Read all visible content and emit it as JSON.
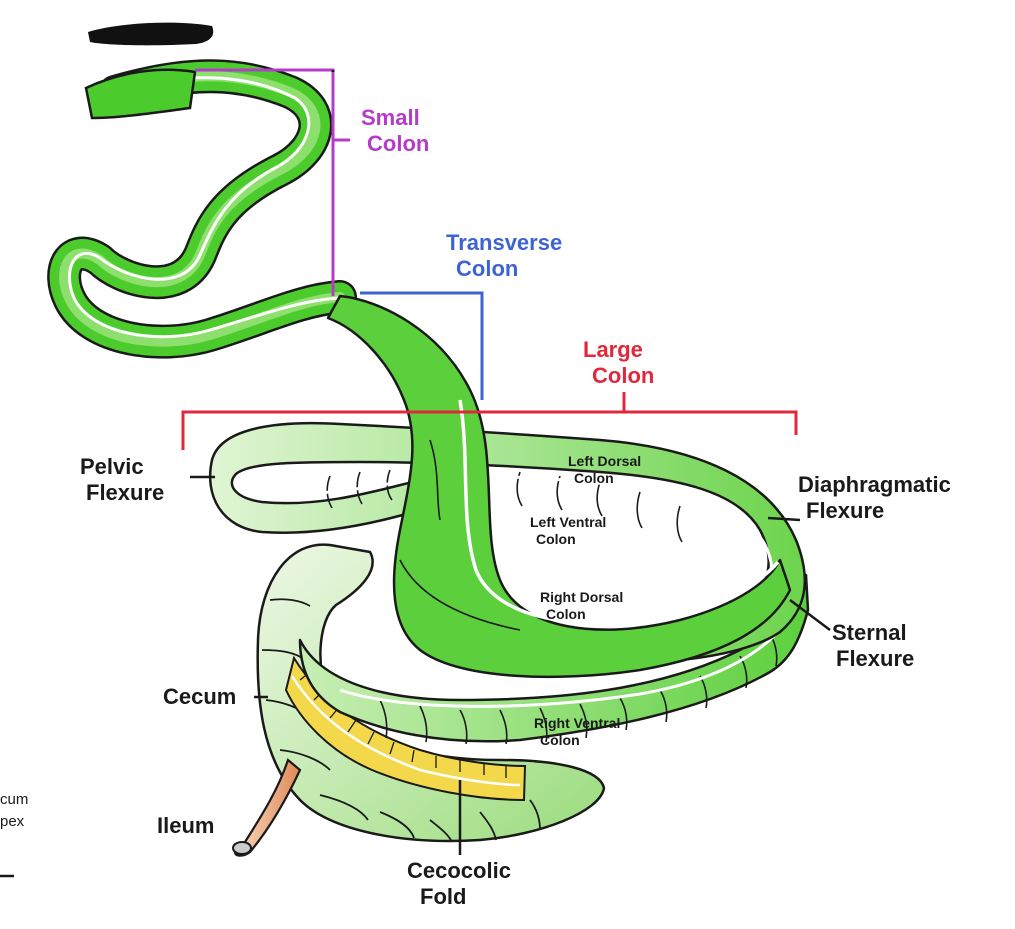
{
  "labels": {
    "small_colon": [
      "Small",
      "Colon"
    ],
    "transverse_colon": [
      "Transverse",
      "Colon"
    ],
    "large_colon": [
      "Large",
      "Colon"
    ],
    "pelvic_flexure": [
      "Pelvic",
      "Flexure"
    ],
    "diaphragmatic_flexure": [
      "Diaphragmatic",
      "Flexure"
    ],
    "sternal_flexure": [
      "Sternal",
      "Flexure"
    ],
    "cecum": "Cecum",
    "ileum": "Ileum",
    "cecocolic_fold": [
      "Cecocolic",
      "Fold"
    ],
    "left_dorsal_colon": [
      "Left Dorsal",
      "Colon"
    ],
    "left_ventral_colon": [
      "Left Ventral",
      "Colon"
    ],
    "right_dorsal_colon": [
      "Right Dorsal",
      "Colon"
    ],
    "right_ventral_colon": [
      "Right Ventral",
      "Colon"
    ],
    "cropped_edge": [
      "cum",
      "pex"
    ]
  },
  "colors": {
    "small_colon": "#b43cc8",
    "transverse_colon": "#3c64d2",
    "large_colon": "#e0283c",
    "gut_bright": "#4ccc2c",
    "gut_light": "#b8eca0",
    "gut_pale": "#dcf3cf",
    "cecocolic_fold": "#f4d84c",
    "ileum": "#e8a070"
  }
}
